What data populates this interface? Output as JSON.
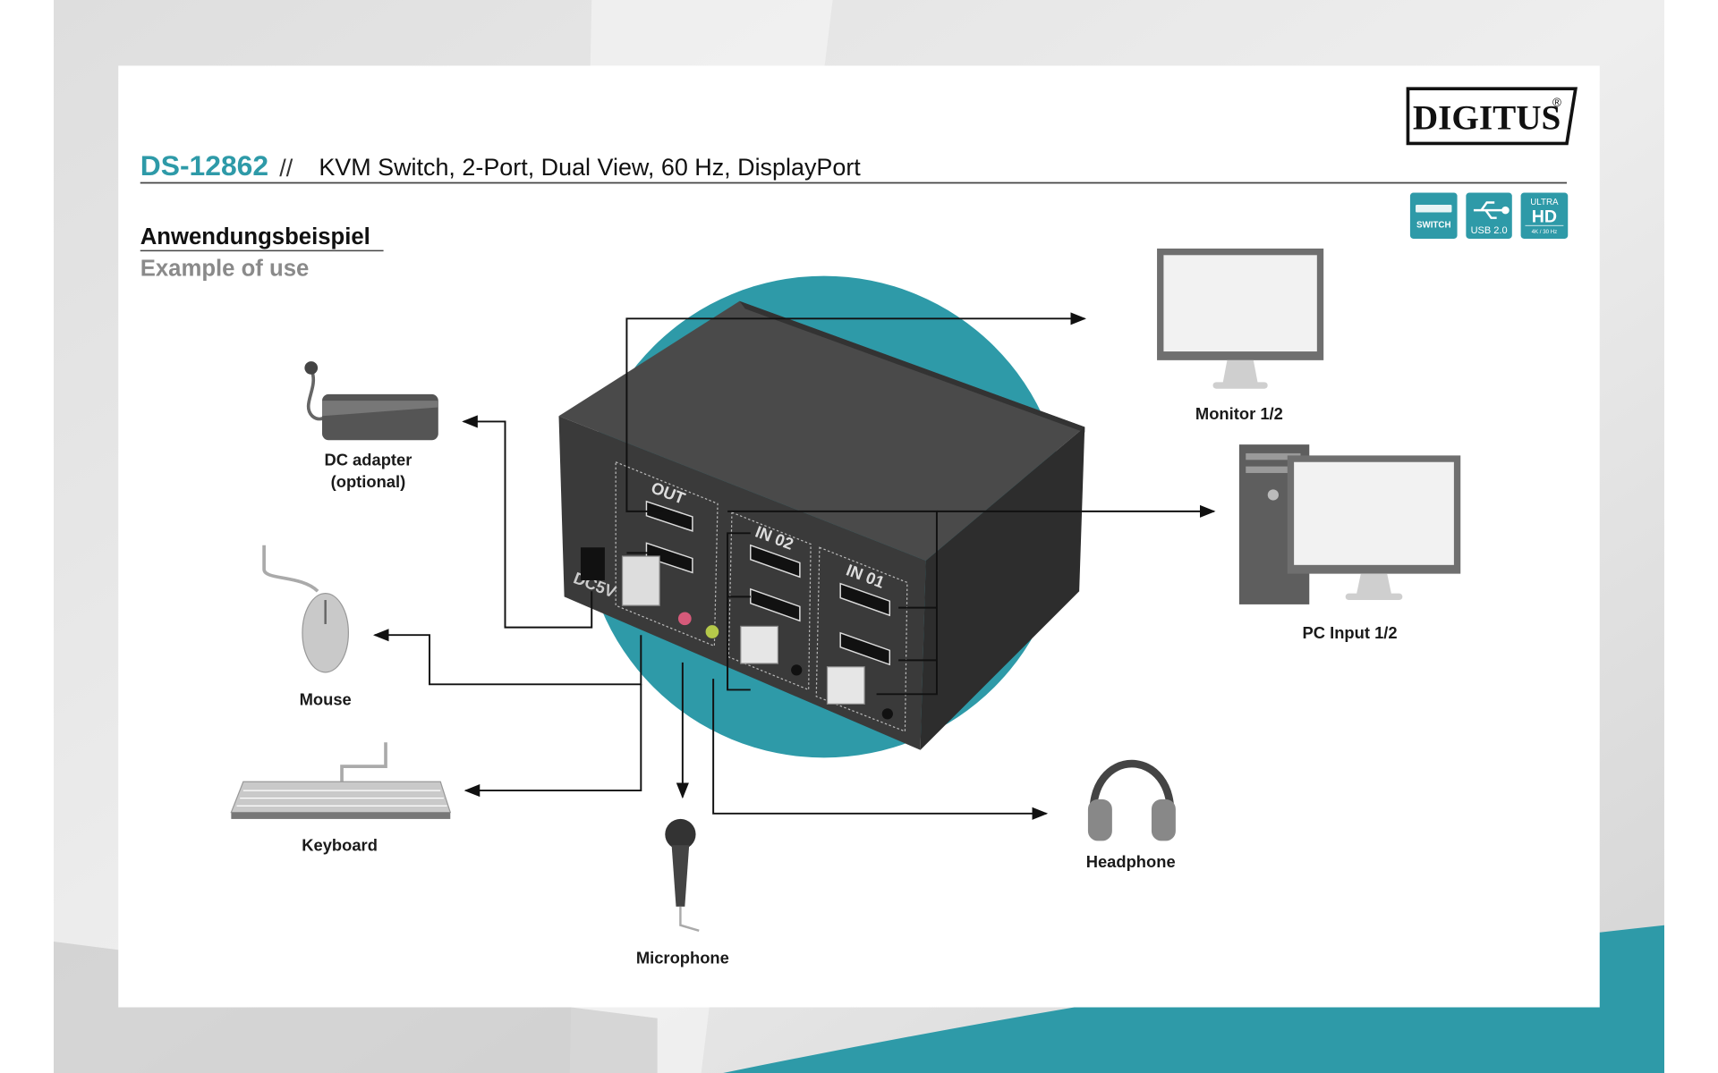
{
  "header": {
    "model": "DS-12862",
    "separator": "//",
    "title": "KVM Switch, 2-Port, Dual View, 60 Hz, DisplayPort",
    "brand_logo": "DIGITUS",
    "brand_mark": "®"
  },
  "badges": [
    {
      "label": "SWITCH",
      "icon": "switch-icon"
    },
    {
      "label": "USB 2.0",
      "icon": "usb-icon"
    },
    {
      "label_top": "ULTRA",
      "label_main": "HD",
      "label_sub": "4K / 30 Hz",
      "icon": "ultra-hd-icon"
    }
  ],
  "section": {
    "heading_de": "Anwendungsbeispiel",
    "heading_en": "Example of use"
  },
  "device": {
    "port_groups": [
      "OUT",
      "IN 02",
      "IN 01"
    ],
    "power_label": "DC5V"
  },
  "devices": {
    "monitor": "Monitor 1/2",
    "pc": "PC Input 1/2",
    "dc_adapter_line1": "DC adapter",
    "dc_adapter_line2": "(optional)",
    "mouse": "Mouse",
    "keyboard": "Keyboard",
    "microphone": "Microphone",
    "headphone": "Headphone"
  },
  "colors": {
    "accent": "#2e9aa8",
    "device_body": "#3a3a3a",
    "peripheral_gray": "#c9c9c9"
  }
}
